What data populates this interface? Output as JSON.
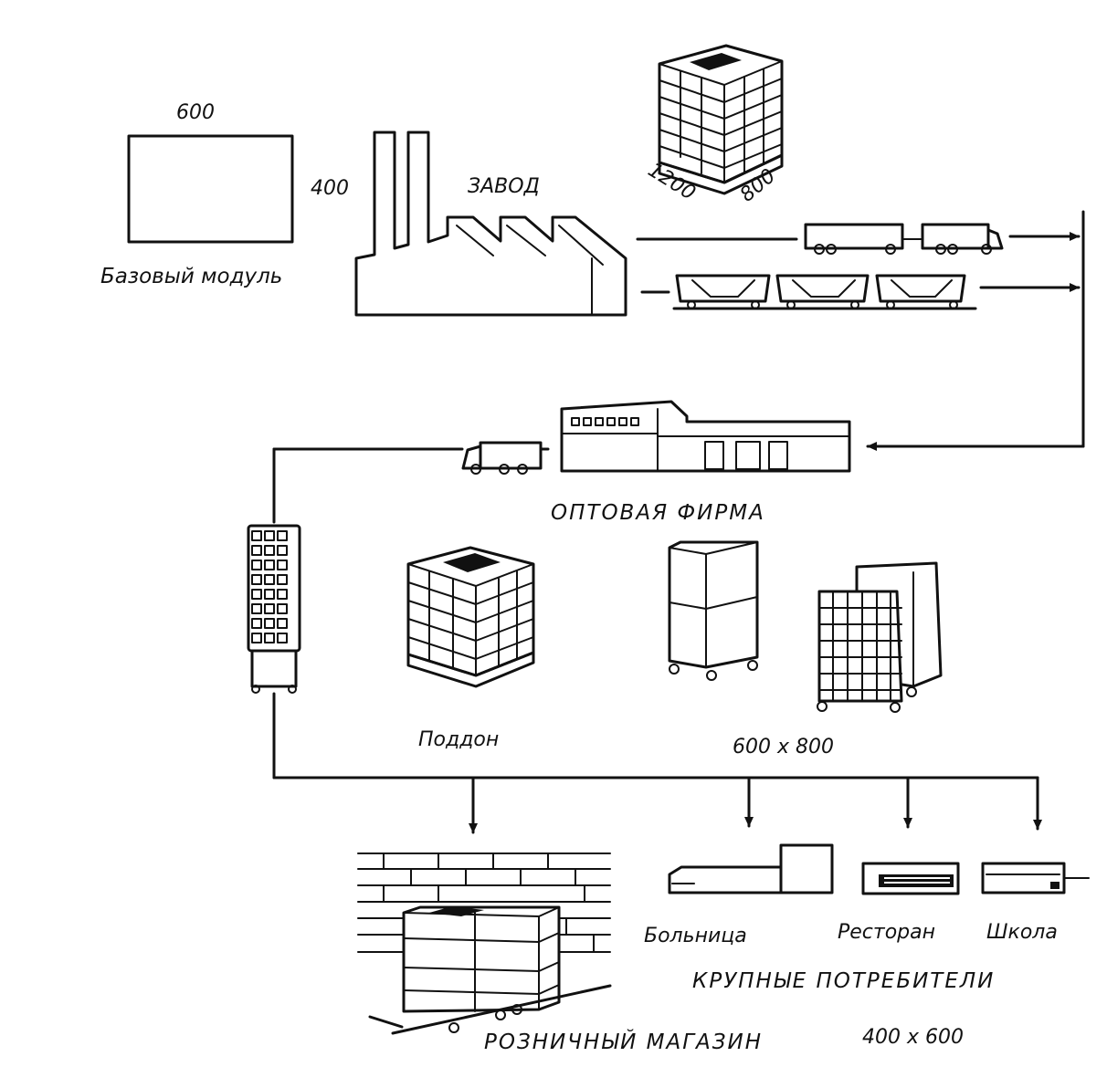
{
  "base_module": {
    "width_label": "600",
    "height_label": "400",
    "caption": "Базовый модуль"
  },
  "factory": {
    "label": "ЗАВОД"
  },
  "pallet_top": {
    "dim_long": "1200",
    "dim_short": "800"
  },
  "wholesale": {
    "label": "ОПТОВАЯ ФИРМА"
  },
  "pallet_middle": {
    "label": "Поддон"
  },
  "containers": {
    "size_label": "600 x 800"
  },
  "consumers": {
    "hospital": "Больница",
    "restaurant": "Ресторан",
    "school": "Школа",
    "group_label": "КРУПНЫЕ ПОТРЕБИТЕЛИ"
  },
  "retail": {
    "label": "РОЗНИЧНЫЙ МАГАЗИН",
    "size_label": "400 x 600"
  }
}
